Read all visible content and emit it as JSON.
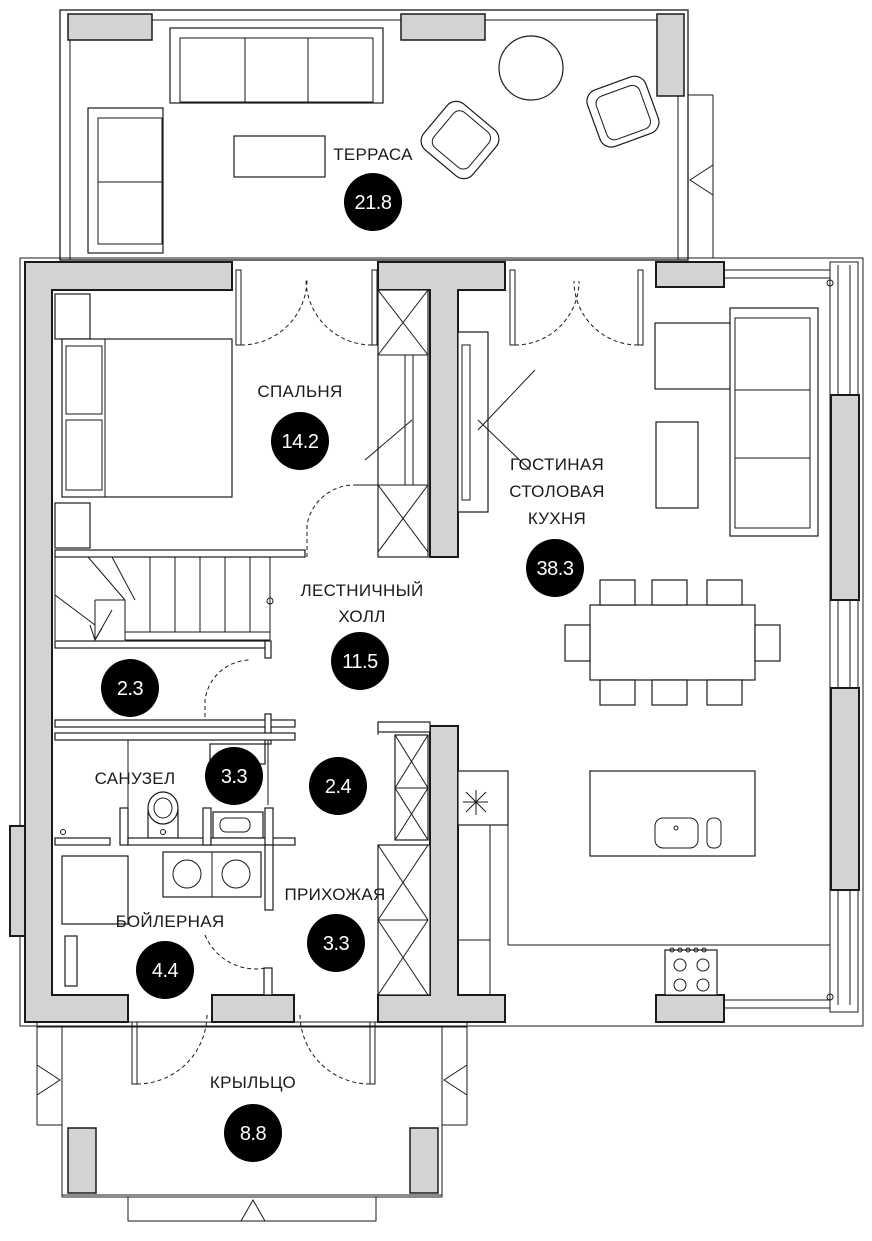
{
  "rooms": {
    "terrace": {
      "name": "ТЕРРАСА",
      "area": "21.8"
    },
    "bedroom": {
      "name": "СПАЛЬНЯ",
      "area": "14.2"
    },
    "living": {
      "name_line1": "ГОСТИНАЯ",
      "name_line2": "СТОЛОВАЯ",
      "name_line3": "КУХНЯ",
      "area": "38.3"
    },
    "stair_hall": {
      "name_line1": "ЛЕСТНИЧНЫЙ",
      "name_line2": "ХОЛЛ",
      "area": "11.5"
    },
    "storage": {
      "area": "2.3"
    },
    "bathroom": {
      "name": "САНУЗЕЛ",
      "area": "3.3"
    },
    "closet": {
      "area": "2.4"
    },
    "hallway": {
      "name": "ПРИХОЖАЯ",
      "area": "3.3"
    },
    "boiler": {
      "name": "БОЙЛЕРНАЯ",
      "area": "4.4"
    },
    "porch": {
      "name": "КРЫЛЬЦО",
      "area": "8.8"
    }
  },
  "colors": {
    "wall": "#d1d3d4",
    "line": "#1a1a1a",
    "badge": "#000000",
    "background": "#ffffff"
  }
}
